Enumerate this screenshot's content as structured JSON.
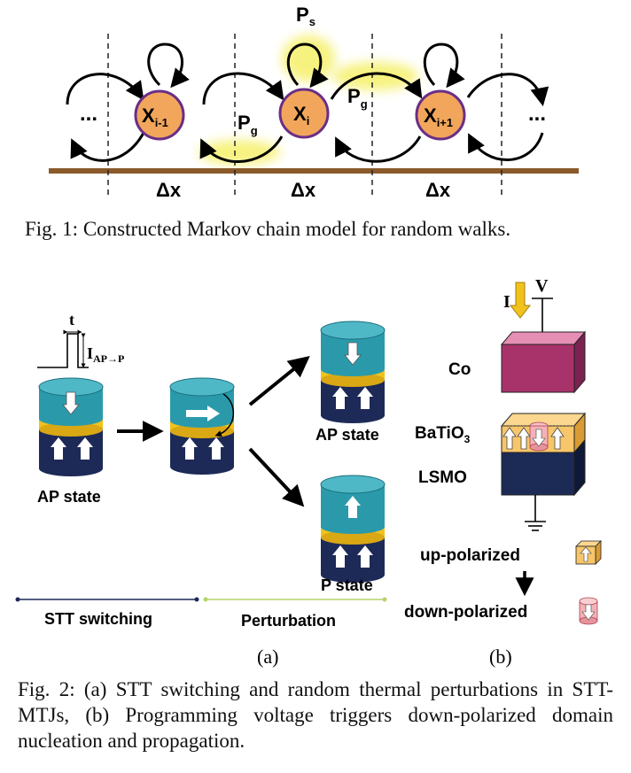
{
  "fig1": {
    "states": [
      {
        "main": "X",
        "sub": "i-1"
      },
      {
        "main": "X",
        "sub": "i"
      },
      {
        "main": "X",
        "sub": "i+1"
      }
    ],
    "ellipsis": "...",
    "p_s": {
      "main": "P",
      "sub": "s"
    },
    "p_g": {
      "main": "P",
      "sub": "g"
    },
    "dx": "Δx",
    "caption": "Fig. 1: Constructed Markov chain model for random walks."
  },
  "fig2": {
    "pulse": {
      "t": "t",
      "current_main": "I",
      "current_sub": "AP→P"
    },
    "ap_state_left": "AP state",
    "ap_state_right": "AP state",
    "p_state": "P state",
    "stt_switching": "STT switching",
    "perturbation": "Perturbation",
    "label_a": "(a)",
    "label_b": "(b)",
    "current_I": "I",
    "voltage_V": "V",
    "co": "Co",
    "batio3_main": "BaTiO",
    "batio3_sub": "3",
    "lsmo": "LSMO",
    "up_polarized": "up-polarized",
    "down_polarized": "down-polarized",
    "caption": "Fig. 2: (a) STT switching and random thermal perturbations in STT-MTJs, (b) Programming voltage triggers down-polarized domain nucleation and propagation.",
    "colors": {
      "teal": "#2a9aab",
      "navy": "#1d2a57",
      "gold": "#f2c21c",
      "orange": "#f2a65b",
      "co": "#a8336b",
      "lsmo": "#1c2a56",
      "batio3": "#f7c66a",
      "glow": "#f5f05a"
    }
  }
}
